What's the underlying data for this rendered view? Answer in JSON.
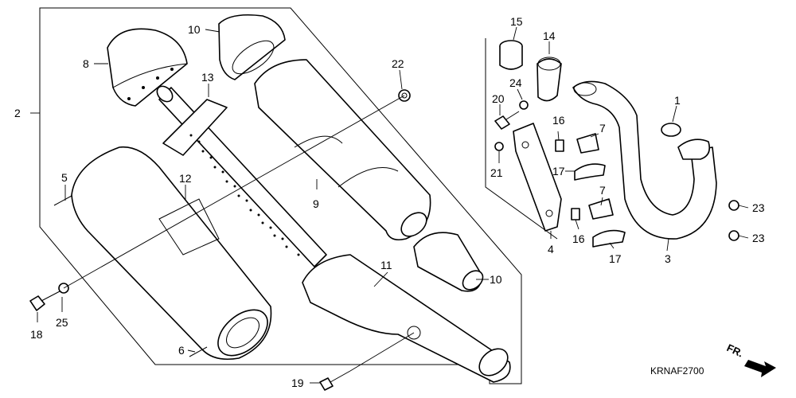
{
  "diagram": {
    "callouts": {
      "c1": "1",
      "c2": "2",
      "c3": "3",
      "c4": "4",
      "c5": "5",
      "c6": "6",
      "c7a": "7",
      "c7b": "7",
      "c8": "8",
      "c9": "9",
      "c10a": "10",
      "c10b": "10",
      "c11": "11",
      "c12": "12",
      "c13": "13",
      "c14": "14",
      "c15": "15",
      "c16a": "16",
      "c16b": "16",
      "c17a": "17",
      "c17b": "17",
      "c18": "18",
      "c19": "19",
      "c20": "20",
      "c21": "21",
      "c22": "22",
      "c23a": "23",
      "c23b": "23",
      "c24": "24",
      "c25": "25"
    },
    "code": "KRNAF2700",
    "direction": "FR."
  }
}
